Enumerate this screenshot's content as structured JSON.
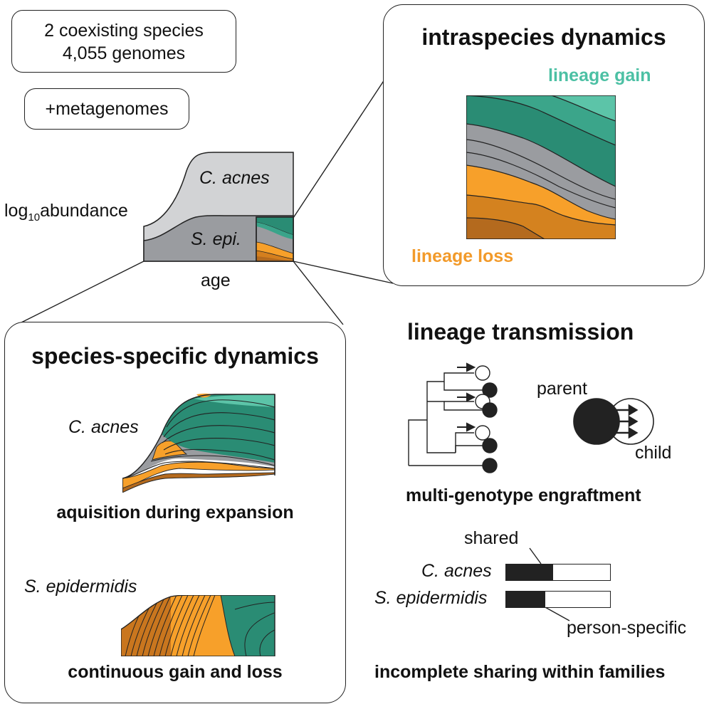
{
  "summary": {
    "line1": "2 coexisting species",
    "line2": "4,055 genomes"
  },
  "metagenomes": "+metagenomes",
  "overview": {
    "ylabel_base": "log",
    "ylabel_sub": "10",
    "ylabel_rest": "abundance",
    "xlabel": "age",
    "species_top": "C. acnes",
    "species_bottom": "S. epi."
  },
  "intraspecies": {
    "title": "intraspecies dynamics",
    "gain_label": "lineage gain",
    "loss_label": "lineage loss"
  },
  "species_specific": {
    "title": "species-specific dynamics",
    "panel1_species": "C. acnes",
    "panel1_caption": "aquisition during expansion",
    "panel2_species": "S. epidermidis",
    "panel2_caption": "continuous gain and loss"
  },
  "transmission": {
    "title": "lineage transmission",
    "parent_label": "parent",
    "child_label": "child",
    "engraftment_caption": "multi-genotype engraftment",
    "shared_label": "shared",
    "person_specific_label": "person-specific",
    "bar1_species": "C. acnes",
    "bar2_species": "S. epidermidis",
    "bar1_shared_fraction": 0.45,
    "bar2_shared_fraction": 0.38,
    "sharing_caption": "incomplete sharing within families"
  },
  "colors": {
    "teal_dark": "#2a8c74",
    "teal_light": "#5cc4a8",
    "orange": "#f7a02a",
    "brown": "#b46a1e",
    "gray": "#9a9ca0",
    "light_gray": "#d2d3d5"
  }
}
